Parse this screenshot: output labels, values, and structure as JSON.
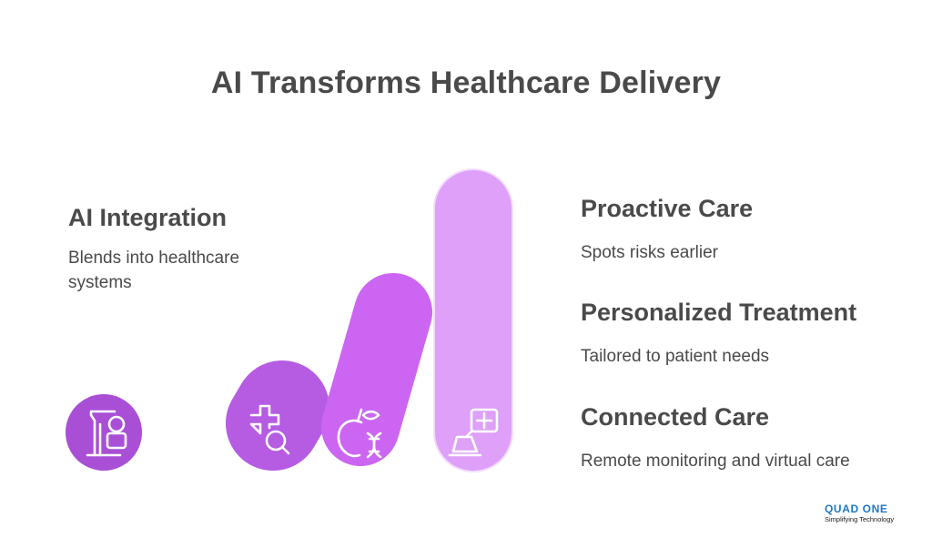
{
  "title": "AI Transforms Healthcare Delivery",
  "steps": [
    {
      "heading": "AI Integration",
      "description": "Blends into healthcare systems",
      "icon": "surgical-robot-icon",
      "color": "#a94fd6"
    },
    {
      "heading": "Proactive Care",
      "description": "Spots risks earlier",
      "icon": "medical-search-icon",
      "color": "#b55ce3"
    },
    {
      "heading": "Personalized Treatment",
      "description": "Tailored to patient needs",
      "icon": "apple-dna-icon",
      "color": "#cc66f2"
    },
    {
      "heading": "Connected Care",
      "description": "Remote monitoring and virtual care",
      "icon": "telehealth-laptop-icon",
      "color": "#dea0f8"
    }
  ],
  "logo": {
    "name": "QUAD ONE",
    "tagline": "Simplifying Technology"
  }
}
